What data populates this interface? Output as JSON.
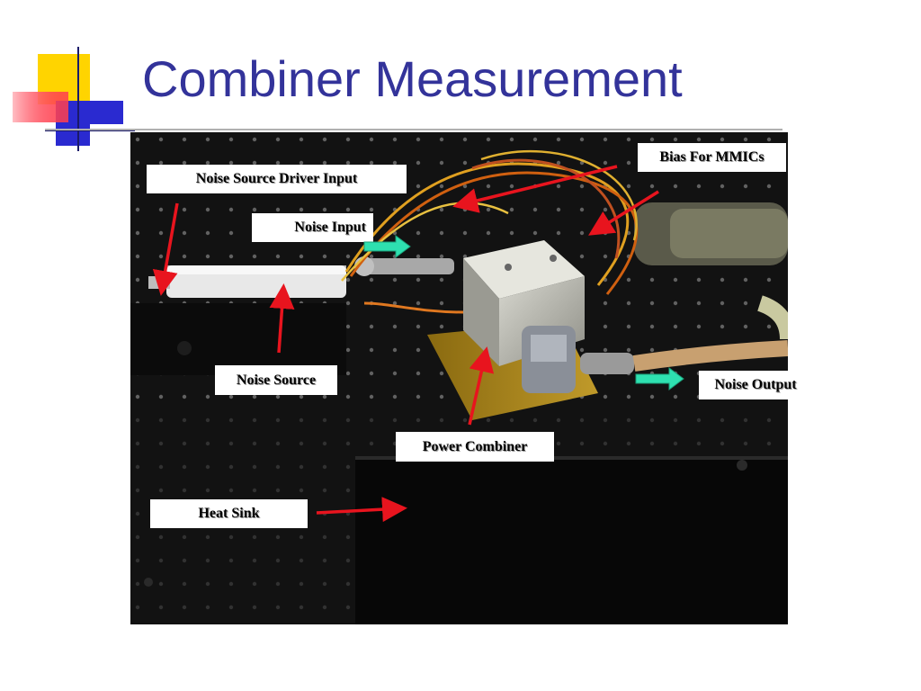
{
  "slide": {
    "title": "Combiner Measurement"
  },
  "labels": {
    "noise_source_driver_input": "Noise Source Driver Input",
    "noise_input": "Noise Input",
    "bias_for_mmics": "Bias For MMICs",
    "noise_source": "Noise Source",
    "noise_output": "Noise Output",
    "power_combiner": "Power Combiner",
    "heat_sink": "Heat Sink"
  },
  "colors": {
    "title": "#33339a",
    "arrow_red": "#e8141e",
    "arrow_teal": "#2ee0b0"
  }
}
